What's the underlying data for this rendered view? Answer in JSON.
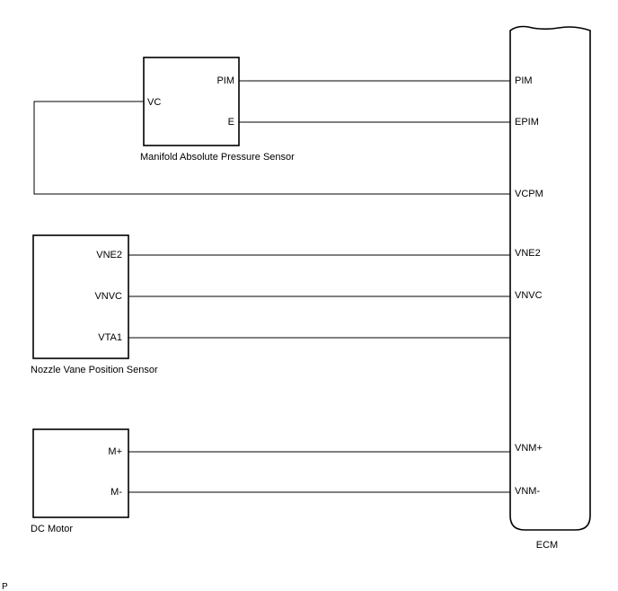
{
  "components": {
    "map_sensor": {
      "caption": "Manifold Absolute Pressure Sensor",
      "pins": {
        "vc": "VC",
        "pim": "PIM",
        "e": "E"
      }
    },
    "nozzle_sensor": {
      "caption": "Nozzle Vane Position Sensor",
      "pins": {
        "vne2": "VNE2",
        "vnvc": "VNVC",
        "vta1": "VTA1"
      }
    },
    "dc_motor": {
      "caption": "DC Motor",
      "pins": {
        "m_plus": "M+",
        "m_minus": "M-"
      }
    },
    "ecm": {
      "caption": "ECM",
      "pins": {
        "pim": "PIM",
        "epim": "EPIM",
        "vcpm": "VCPM",
        "vne2": "VNE2",
        "vnvc": "VNVC",
        "vnm_plus": "VNM+",
        "vnm_minus": "VNM-"
      }
    }
  },
  "footer_mark": "P"
}
